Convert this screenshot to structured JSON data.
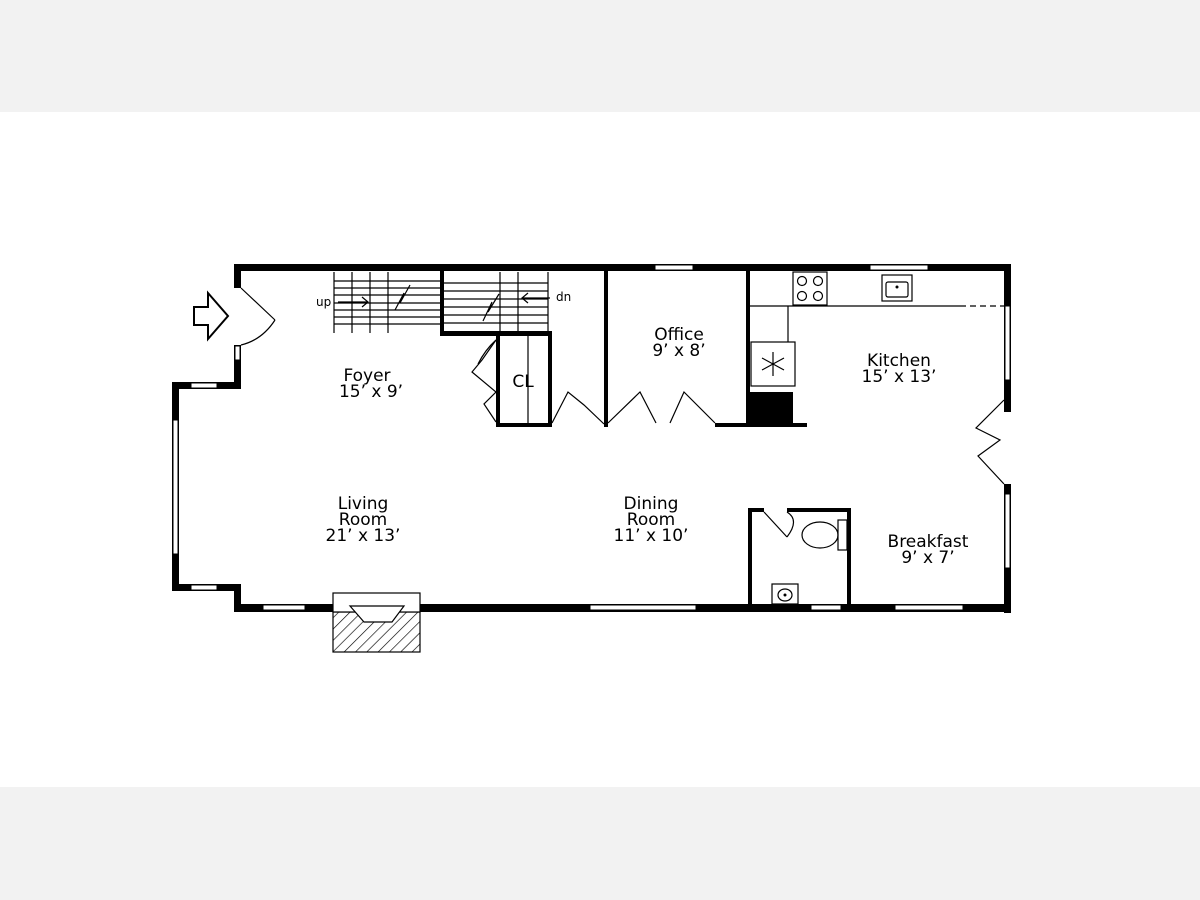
{
  "rooms": {
    "foyer": {
      "name": "Foyer",
      "size": "15’ x 9’"
    },
    "living": {
      "name1": "Living",
      "name2": "Room",
      "size": "21’ x 13’"
    },
    "dining": {
      "name1": "Dining",
      "name2": "Room",
      "size": "11’ x 10’"
    },
    "office": {
      "name": "Office",
      "size": "9’ x 8’"
    },
    "kitchen": {
      "name": "Kitchen",
      "size": "15’ x 13’"
    },
    "breakfast": {
      "name": "Breakfast",
      "size": "9’ x 7’"
    },
    "closet": {
      "name": "CL"
    }
  },
  "stairs": {
    "up_label": "up",
    "down_label": "dn"
  },
  "colors": {
    "band": "#f2f2f2",
    "ink": "#000000",
    "paper": "#ffffff"
  }
}
